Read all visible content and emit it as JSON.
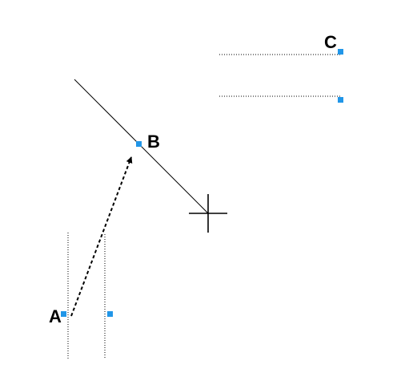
{
  "labels": {
    "point_a": "A",
    "point_b": "B",
    "point_c": "C"
  },
  "colors": {
    "background": "#ffffff",
    "stroke": "#000000",
    "snap_point": "#2196e8",
    "guide": "#000000"
  },
  "icons": {
    "cursor": "crosshair-cursor-icon",
    "arrow": "dashed-arrow-icon",
    "snap": "snap-point-square-icon"
  }
}
